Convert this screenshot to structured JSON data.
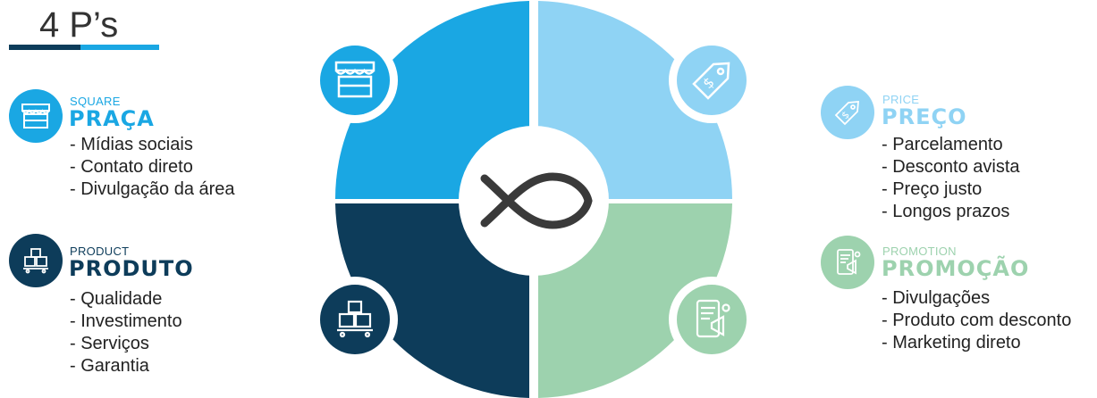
{
  "title": "4 P’s",
  "colors": {
    "square": "#1aa7e3",
    "price": "#8fd3f4",
    "product": "#0d3c5a",
    "promotion": "#9dd2ae"
  },
  "center_icon": "fish-icon",
  "sections": {
    "square": {
      "subtitle": "SQUARE",
      "heading": "PRAÇA",
      "icon": "storefront-icon",
      "items": [
        "- Mídias sociais",
        "- Contato direto",
        "- Divulgação da área"
      ]
    },
    "product": {
      "subtitle": "PRODUCT",
      "heading": "PRODUTO",
      "icon": "boxes-icon",
      "items": [
        "- Qualidade",
        "- Investimento",
        "- Serviços",
        "- Garantia"
      ]
    },
    "price": {
      "subtitle": "PRICE",
      "heading": "PREÇO",
      "icon": "price-tag-icon",
      "items": [
        "- Parcelamento",
        "- Desconto avista",
        "- Preço justo",
        "- Longos prazos"
      ]
    },
    "promotion": {
      "subtitle": "PROMOTION",
      "heading": "PROMOÇÃO",
      "icon": "megaphone-icon",
      "items": [
        "- Divulgações",
        "- Produto com desconto",
        "- Marketing direto"
      ]
    }
  }
}
